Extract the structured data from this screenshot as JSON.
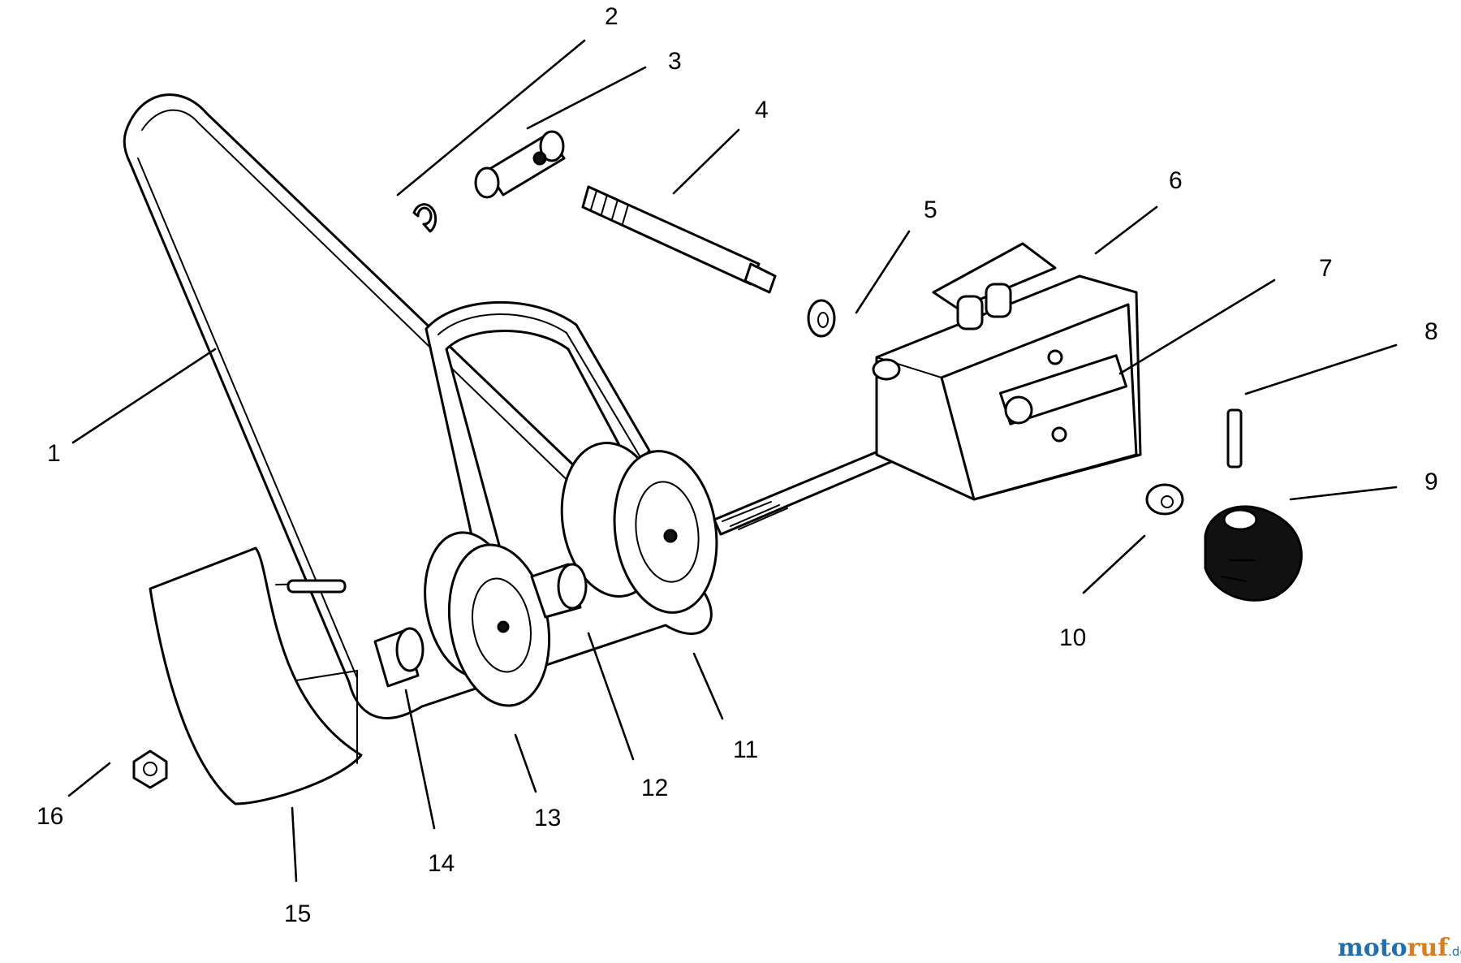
{
  "callouts": [
    {
      "id": "1",
      "label": "1"
    },
    {
      "id": "2",
      "label": "2"
    },
    {
      "id": "3",
      "label": "3"
    },
    {
      "id": "4",
      "label": "4"
    },
    {
      "id": "5",
      "label": "5"
    },
    {
      "id": "6",
      "label": "6"
    },
    {
      "id": "7",
      "label": "7"
    },
    {
      "id": "8",
      "label": "8"
    },
    {
      "id": "9",
      "label": "9"
    },
    {
      "id": "10",
      "label": "10"
    },
    {
      "id": "11",
      "label": "11"
    },
    {
      "id": "12",
      "label": "12"
    },
    {
      "id": "13",
      "label": "13"
    },
    {
      "id": "14",
      "label": "14"
    },
    {
      "id": "15",
      "label": "15"
    },
    {
      "id": "16",
      "label": "16"
    }
  ],
  "watermark": {
    "part1": "moto",
    "part2": "ruf",
    "suffix": ".de"
  }
}
